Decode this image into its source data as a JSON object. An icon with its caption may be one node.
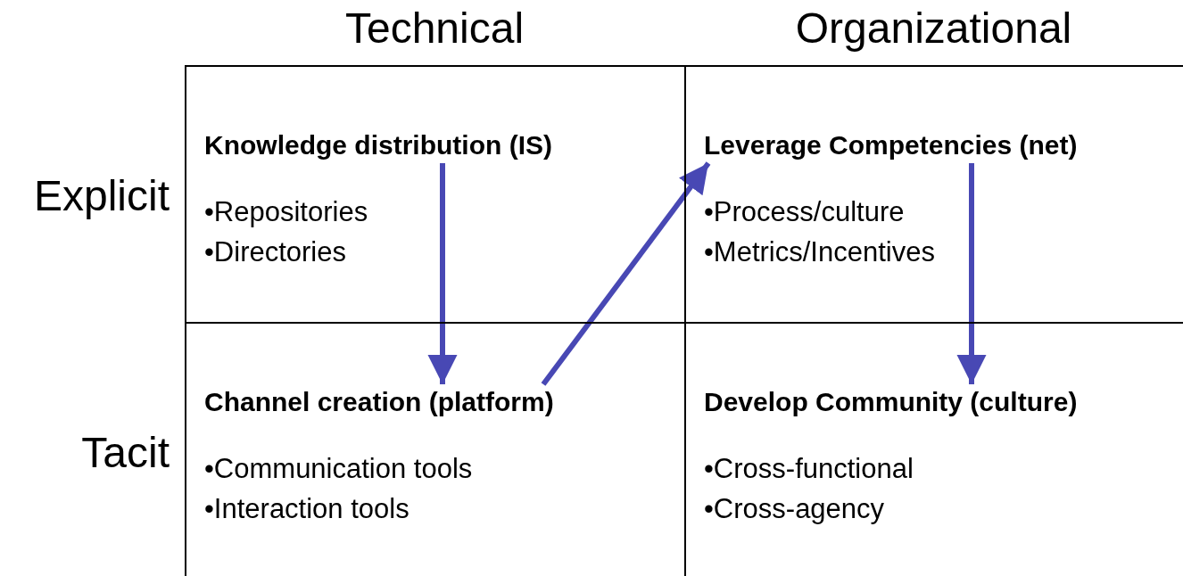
{
  "diagram": {
    "nodes": [
      {
        "text": [
          "•Repositories",
          "•Directories"
        ]
      },
      {
        "text": [
          "Knowledge distribution (IS)"
        ],
        "in": 0
      },
      {
        "text": [
          "•Process/culture",
          "•Metrics/Incentives"
        ]
      },
      {
        "text": [
          "Leverage Competencies (net)"
        ],
        "in": 2
      },
      {
        "text": [
          "•Communication tools",
          "•Interaction tools"
        ]
      },
      {
        "text": [
          "Channel creation (platform)"
        ],
        "in": 4
      },
      {
        "text": [
          "•Cross-functional",
          "•Cross-agency"
        ]
      },
      {
        "text": [
          "Develop Community (culture)"
        ],
        "in": 6
      }
    ],
    "edges": [
      {
        "from": 1,
        "to": 5,
        "arrow": "to"
      },
      {
        "from": 5,
        "to": 3,
        "arrow": "to"
      },
      {
        "from": 3,
        "to": 7,
        "arrow": "to"
      }
    ],
    "labels": [
      "Technical",
      "Organizational",
      "Explicit",
      "Tacit"
    ]
  }
}
